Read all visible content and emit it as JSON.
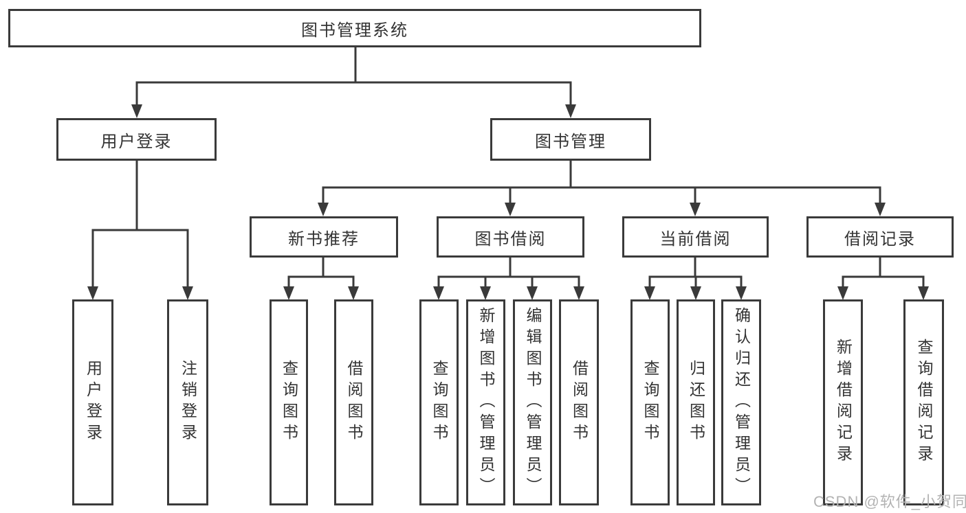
{
  "tree": {
    "root": {
      "label": "图书管理系统"
    },
    "level2": [
      {
        "label": "用户登录"
      },
      {
        "label": "图书管理"
      }
    ],
    "level3": [
      {
        "label": "新书推荐",
        "parent": "图书管理"
      },
      {
        "label": "图书借阅",
        "parent": "图书管理"
      },
      {
        "label": "当前借阅",
        "parent": "图书管理"
      },
      {
        "label": "借阅记录",
        "parent": "图书管理"
      }
    ],
    "leaves": [
      {
        "label": "用户登录",
        "parent": "用户登录"
      },
      {
        "label": "注销登录",
        "parent": "用户登录"
      },
      {
        "label": "查询图书",
        "parent": "新书推荐"
      },
      {
        "label": "借阅图书",
        "parent": "新书推荐"
      },
      {
        "label": "查询图书",
        "parent": "图书借阅"
      },
      {
        "label": "新增图书（管理员）",
        "parent": "图书借阅"
      },
      {
        "label": "编辑图书（管理员）",
        "parent": "图书借阅"
      },
      {
        "label": "借阅图书",
        "parent": "图书借阅"
      },
      {
        "label": "查询图书",
        "parent": "当前借阅"
      },
      {
        "label": "归还图书",
        "parent": "当前借阅"
      },
      {
        "label": "确认归还（管理员）",
        "parent": "当前借阅"
      },
      {
        "label": "新增借阅记录",
        "parent": "借阅记录"
      },
      {
        "label": "查询借阅记录",
        "parent": "借阅记录"
      }
    ]
  },
  "watermark": {
    "text": "CSDN @软件_小贺同学"
  },
  "colors": {
    "line": "#3a3a3a",
    "text": "#333333",
    "background": "#ffffff",
    "watermark": "#b3b3b3"
  }
}
